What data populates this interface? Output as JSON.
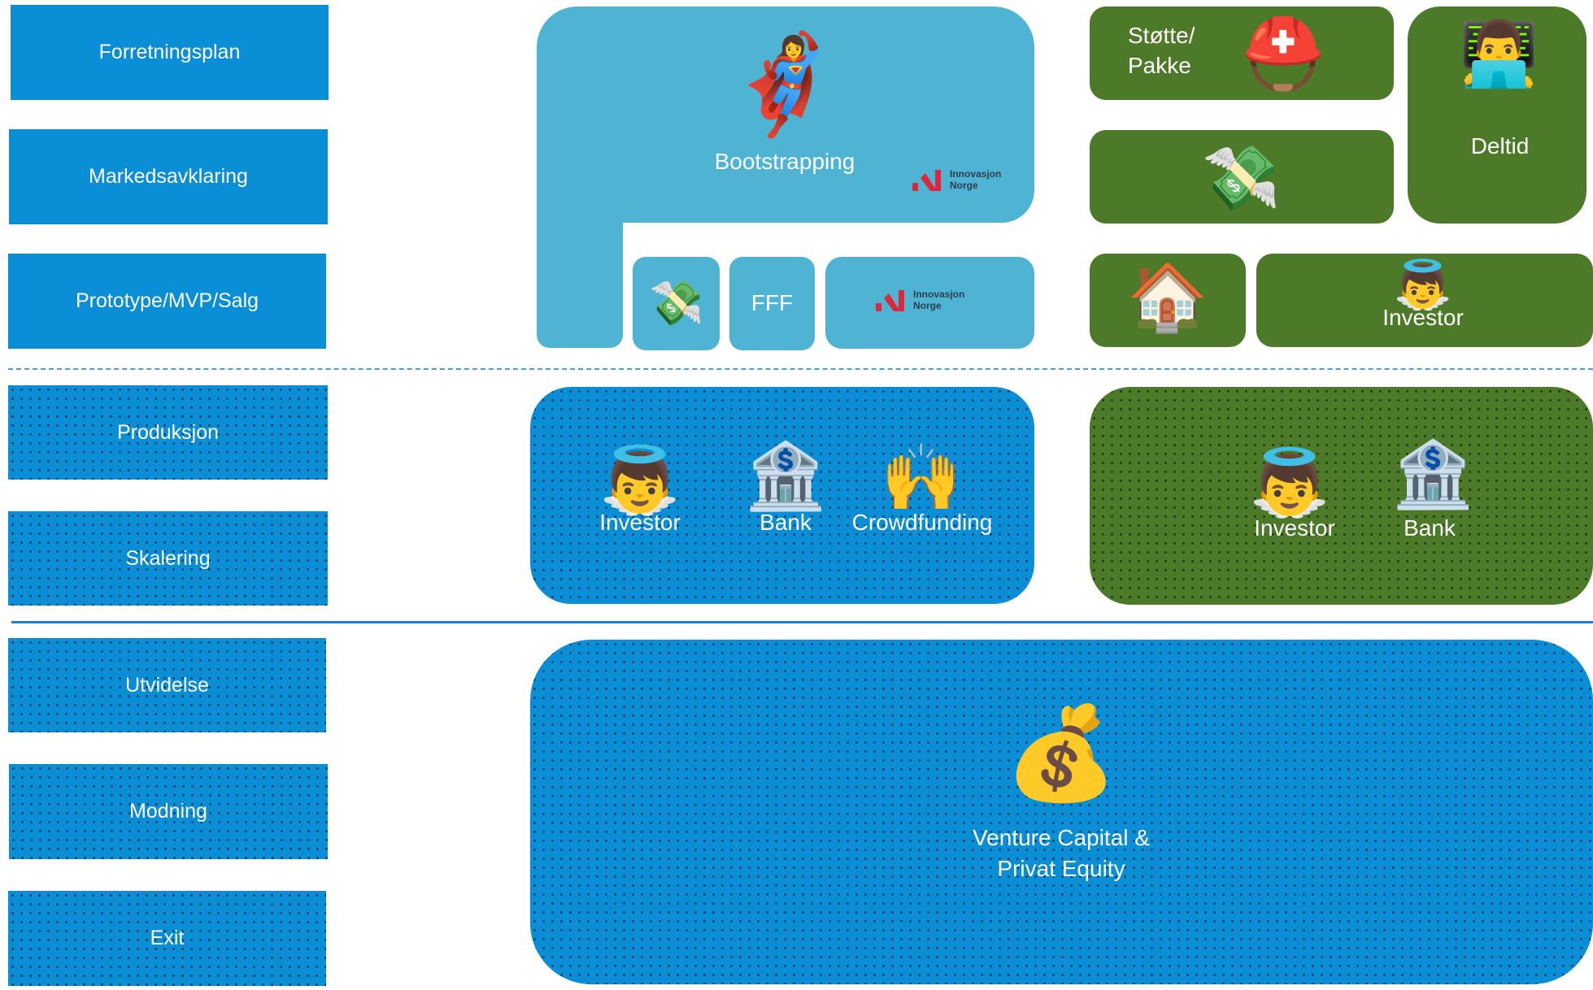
{
  "stages": [
    "Forretningsplan",
    "Markedsavklaring",
    "Prototype/MVP/Salg",
    "Produksjon",
    "Skalering",
    "Utvidelse",
    "Modning",
    "Exit"
  ],
  "early": {
    "bootstrapping": "Bootstrapping",
    "fff": "FFF",
    "support_package": [
      "Støtte/",
      "Pakke"
    ],
    "part_time": "Deltid",
    "investor": "Investor"
  },
  "growth_blue": {
    "investor": "Investor",
    "bank": "Bank",
    "crowdfunding": "Crowdfunding"
  },
  "growth_green": {
    "investor": "Investor",
    "bank": "Bank"
  },
  "late": {
    "title_line1": "Venture Capital &",
    "title_line2": "Privat Equity"
  },
  "logo": {
    "line1": "Innovasjon",
    "line2": "Norge"
  },
  "icons": {
    "superhero": "🦸‍♀️",
    "money_wings": "💸",
    "helmet": "⛑️",
    "technologist": "👨‍💻",
    "house": "🏠",
    "angel": "👼",
    "bank": "🏦",
    "raising_hands": "🙌",
    "money_bag": "💰"
  },
  "colors": {
    "blue": "#0a8fd6",
    "light_blue": "#4fb3d3",
    "green": "#4d7a28",
    "logo_red": "#e0263c"
  }
}
